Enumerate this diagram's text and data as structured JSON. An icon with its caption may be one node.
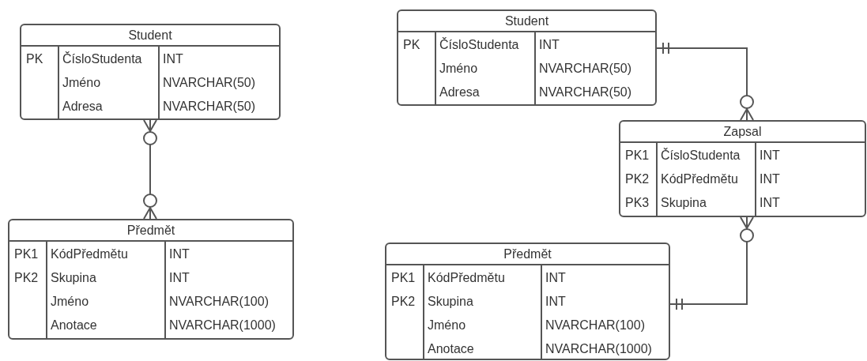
{
  "diagram": {
    "nodes": [
      {
        "text": [
          "Student",
          "PK",
          "ČísloStudenta",
          "INT",
          "Jméno",
          "NVARCHAR(50)",
          "Adresa",
          "NVARCHAR(50)"
        ]
      },
      {
        "text": [
          "Předmět",
          "PK1",
          "KódPředmětu",
          "INT",
          "PK2",
          "Skupina",
          "INT",
          "Jméno",
          "NVARCHAR(100)",
          "Anotace",
          "NVARCHAR(1000)"
        ]
      },
      {
        "text": [
          "Student",
          "PK",
          "ČísloStudenta",
          "INT",
          "Jméno",
          "NVARCHAR(50)",
          "Adresa",
          "NVARCHAR(50)"
        ]
      },
      {
        "text": [
          "Zapsal",
          "PK1",
          "ČísloStudenta",
          "INT",
          "PK2",
          "KódPředmětu",
          "INT",
          "PK3",
          "Skupina",
          "INT"
        ]
      },
      {
        "text": [
          "Předmět",
          "PK1",
          "KódPředmětu",
          "INT",
          "PK2",
          "Skupina",
          "INT",
          "Jméno",
          "NVARCHAR(100)",
          "Anotace",
          "NVARCHAR(1000)"
        ]
      }
    ],
    "edges": [
      {
        "from": 0,
        "to": 1,
        "arrow": "other"
      },
      {
        "from": 2,
        "to": 3,
        "arrow": "other"
      },
      {
        "from": 3,
        "to": 4,
        "arrow": "other"
      }
    ]
  }
}
